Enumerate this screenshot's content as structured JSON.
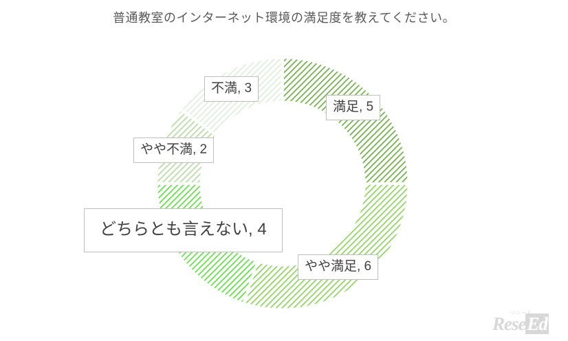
{
  "chart_data": {
    "type": "pie",
    "variant": "doughnut",
    "title": "普通教室のインターネット環境の満足度を教えてください。",
    "categories": [
      "満足",
      "やや満足",
      "どちらとも言えない",
      "やや不満",
      "不満"
    ],
    "values": [
      5,
      6,
      4,
      2,
      3
    ],
    "total": 20,
    "labels": [
      "満足, 5",
      "やや満足, 6",
      "どちらとも言えない, 4",
      "やや不満, 2",
      "不満, 3"
    ],
    "label_format": "category, value",
    "colors": [
      "#70ad47",
      "#92d050",
      "#69e04a",
      "#a9d08e",
      "#d9ead3"
    ],
    "pattern": "diagonal-hatch",
    "start_angle_deg": 0,
    "direction": "clockwise",
    "legend": "none",
    "grid": false,
    "hole_ratio": 0.66
  },
  "chart": {
    "title": "普通教室のインターネット環境の満足度を教えてください。",
    "slices": [
      {
        "name": "満足",
        "value": 5,
        "label": "満足, 5",
        "color": "#70ad47"
      },
      {
        "name": "やや満足",
        "value": 6,
        "label": "やや満足, 6",
        "color": "#8ed25e"
      },
      {
        "name": "どちらとも言えない",
        "value": 4,
        "label": "どちらとも言えない, 4",
        "color": "#62dd45"
      },
      {
        "name": "やや不満",
        "value": 2,
        "label": "やや不満, 2",
        "color": "#b9d9a4"
      },
      {
        "name": "不満",
        "value": 3,
        "label": "不満, 3",
        "color": "#dfeedb"
      }
    ]
  },
  "branding": {
    "ruby": "リシード",
    "name_part1": "Rese",
    "name_part2": "Ed"
  }
}
